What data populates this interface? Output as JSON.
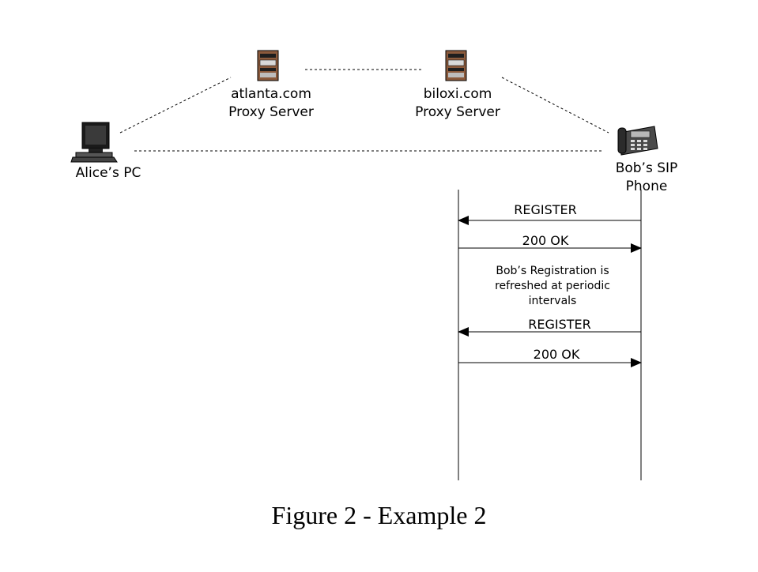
{
  "nodes": {
    "alice": {
      "label": "Alice’s PC"
    },
    "atlanta": {
      "line1": "atlanta.com",
      "line2": "Proxy Server"
    },
    "biloxi": {
      "line1": "biloxi.com",
      "line2": "Proxy Server"
    },
    "bob": {
      "line1": "Bob’s SIP",
      "line2": "Phone"
    }
  },
  "messages": [
    {
      "label": "REGISTER",
      "direction": "bob-to-registrar"
    },
    {
      "label": "200 OK",
      "direction": "registrar-to-bob"
    },
    {
      "label": "REGISTER",
      "direction": "bob-to-registrar"
    },
    {
      "label": "200 OK",
      "direction": "registrar-to-bob"
    }
  ],
  "note": {
    "line1": "Bob’s Registration is",
    "line2": "refreshed at periodic",
    "line3": "intervals"
  },
  "caption": "Figure 2 - Example 2",
  "icons": {
    "alice": "desktop-pc-icon",
    "atlanta": "server-tower-icon",
    "biloxi": "server-tower-icon",
    "bob": "ip-phone-icon"
  }
}
